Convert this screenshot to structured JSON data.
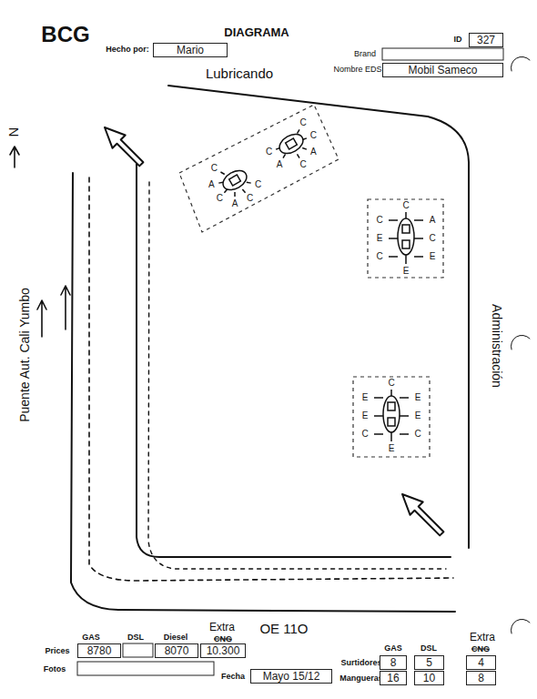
{
  "diagram": {
    "title": "DIAGRAMA",
    "nodes": [
      {
        "text": [
          "Mario"
        ]
      },
      {
        "text": [
          "327"
        ]
      },
      {
        "text": [
          "Mobil Sameco"
        ]
      },
      {
        "text": [
          "C",
          "A",
          "C",
          "A",
          "C",
          "C",
          "C",
          "A",
          "C",
          "A",
          "C",
          "C"
        ]
      },
      {
        "text": [
          "C",
          "E",
          "C",
          "A",
          "C",
          "E",
          "C",
          "E"
        ]
      },
      {
        "text": [
          "E",
          "E",
          "C",
          "E",
          "E",
          "C",
          "C",
          "E"
        ]
      },
      {
        "text": [
          "8780"
        ]
      },
      {
        "text": [
          "8070"
        ]
      },
      {
        "text": [
          "10.300"
        ]
      },
      {
        "text": [
          "Mayo 15/12"
        ]
      },
      {
        "text": [
          "8"
        ]
      },
      {
        "text": [
          "5"
        ]
      },
      {
        "text": [
          "4"
        ]
      },
      {
        "text": [
          "16"
        ]
      },
      {
        "text": [
          "10"
        ]
      },
      {
        "text": [
          "8"
        ]
      }
    ],
    "labels": [
      "BCG",
      "Hecho por:",
      "ID",
      "Brand",
      "Nombre EDS",
      "Lubricando",
      "N",
      "Puente Aut. Cali Yumbo",
      "Administración",
      "OE 11O",
      "Prices",
      "GAS",
      "DSL",
      "Diesel",
      "CNG",
      "Extra",
      "Fotos",
      "Fecha",
      "GAS",
      "DSL",
      "CNG",
      "Extra",
      "Surtidores",
      "Mangueras"
    ]
  }
}
